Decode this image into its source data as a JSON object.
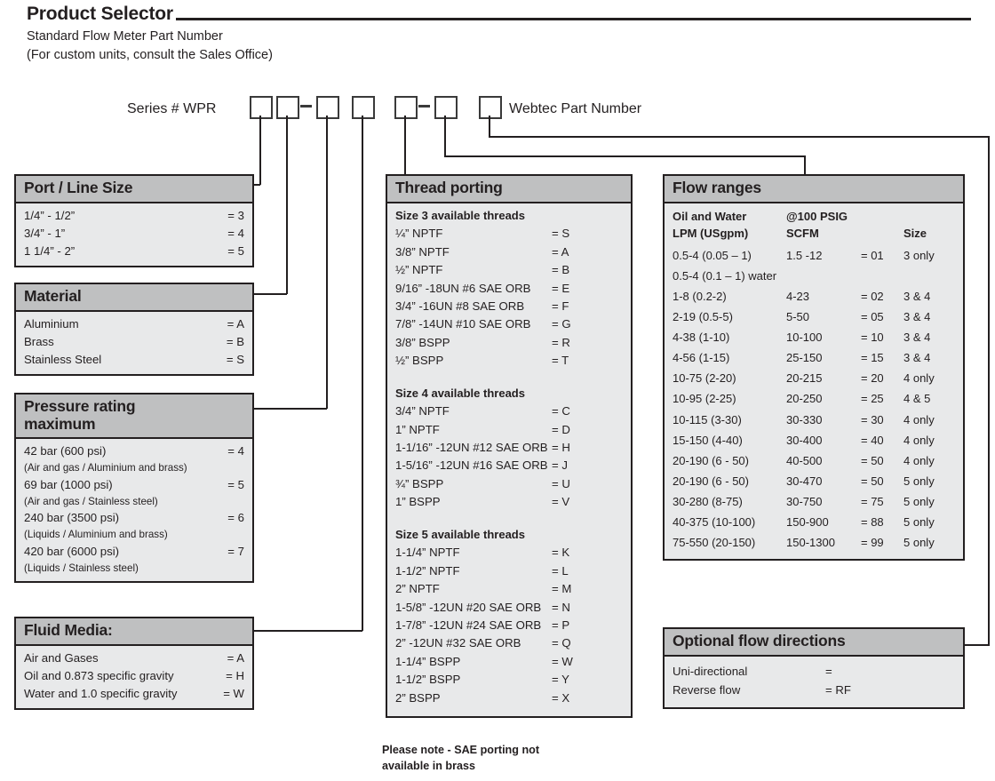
{
  "header": {
    "title": "Product Selector",
    "subtitle_1": "Standard Flow Meter Part Number",
    "subtitle_2": "(For custom units, consult the Sales Office)"
  },
  "part_number": {
    "series_label": "Series #  WPR",
    "suffix_label": "Webtec Part Number",
    "dash": "–",
    "slots": 7
  },
  "panels": {
    "port_line_size": {
      "title": "Port / Line Size",
      "rows": [
        {
          "label": "1/4” - 1/2”",
          "code": "= 3"
        },
        {
          "label": "3/4” - 1”",
          "code": "= 4"
        },
        {
          "label": "1 1/4” - 2”",
          "code": "= 5"
        }
      ]
    },
    "material": {
      "title": "Material",
      "rows": [
        {
          "label": "Aluminium",
          "code": "= A"
        },
        {
          "label": "Brass",
          "code": "= B"
        },
        {
          "label": "Stainless Steel",
          "code": "= S"
        }
      ]
    },
    "pressure_rating": {
      "title_line_1": "Pressure rating",
      "title_line_2": "maximum",
      "rows": [
        {
          "label": "42 bar (600 psi)",
          "code": "= 4",
          "note": "(Air and gas / Aluminium and brass)"
        },
        {
          "label": "69 bar (1000 psi)",
          "code": "= 5",
          "note": "(Air and gas / Stainless steel)"
        },
        {
          "label": "240 bar (3500 psi)",
          "code": "= 6",
          "note": "(Liquids / Aluminium and brass)"
        },
        {
          "label": "420 bar (6000 psi)",
          "code": "= 7",
          "note": "(Liquids / Stainless steel)"
        }
      ]
    },
    "fluid_media": {
      "title": "Fluid Media:",
      "rows": [
        {
          "label": "Air and Gases",
          "code": "= A"
        },
        {
          "label": "Oil and 0.873 specific gravity",
          "code": "= H"
        },
        {
          "label": "Water and 1.0 specific gravity",
          "code": "= W"
        }
      ]
    },
    "thread_porting": {
      "title": "Thread porting",
      "groups": [
        {
          "heading": "Size 3 available threads",
          "rows": [
            {
              "label": "¼” NPTF",
              "code": "= S"
            },
            {
              "label": "3/8” NPTF",
              "code": "= A"
            },
            {
              "label": "½” NPTF",
              "code": "= B"
            },
            {
              "label": "9/16” -18UN #6 SAE ORB",
              "code": "= E"
            },
            {
              "label": "3/4” -16UN #8 SAE ORB",
              "code": "= F"
            },
            {
              "label": "7/8” -14UN #10 SAE ORB",
              "code": "= G"
            },
            {
              "label": "3/8” BSPP",
              "code": "= R"
            },
            {
              "label": "½” BSPP",
              "code": "= T"
            }
          ]
        },
        {
          "heading": "Size 4 available threads",
          "rows": [
            {
              "label": "3/4” NPTF",
              "code": "= C"
            },
            {
              "label": "1” NPTF",
              "code": "= D"
            },
            {
              "label": "1-1/16” -12UN #12 SAE ORB",
              "code": "= H"
            },
            {
              "label": "1-5/16” -12UN #16 SAE ORB",
              "code": "= J"
            },
            {
              "label": "¾” BSPP",
              "code": "= U"
            },
            {
              "label": "1” BSPP",
              "code": "= V"
            }
          ]
        },
        {
          "heading": "Size 5 available threads",
          "rows": [
            {
              "label": "1-1/4” NPTF",
              "code": "= K"
            },
            {
              "label": "1-1/2” NPTF",
              "code": "= L"
            },
            {
              "label": "2” NPTF",
              "code": "= M"
            },
            {
              "label": "1-5/8” -12UN #20 SAE ORB",
              "code": "= N"
            },
            {
              "label": "1-7/8” -12UN #24 SAE ORB",
              "code": "= P"
            },
            {
              "label": "2” -12UN #32 SAE ORB",
              "code": "= Q"
            },
            {
              "label": "1-1/4” BSPP",
              "code": "= W"
            },
            {
              "label": "1-1/2” BSPP",
              "code": "= Y"
            },
            {
              "label": "2” BSPP",
              "code": "= X"
            }
          ]
        }
      ],
      "note_line_1": "Please note - SAE porting not",
      "note_line_2": "available in brass"
    },
    "flow_ranges": {
      "title": "Flow ranges",
      "header_row_1": {
        "c1": "Oil and Water",
        "c2": "@100 PSIG",
        "c3": "",
        "c4": ""
      },
      "header_row_2": {
        "c1": "LPM (USgpm)",
        "c2": "SCFM",
        "c3": "",
        "c4": "Size"
      },
      "rows": [
        {
          "c1": "0.5-4 (0.05 – 1)",
          "c2": "1.5 -12",
          "c3": "= 01",
          "c4": "3 only"
        },
        {
          "c1": "0.5-4 (0.1 – 1) water",
          "c2": "",
          "c3": "",
          "c4": ""
        },
        {
          "c1": "1-8 (0.2-2)",
          "c2": "4-23",
          "c3": "= 02",
          "c4": "3 & 4"
        },
        {
          "c1": "2-19 (0.5-5)",
          "c2": "5-50",
          "c3": "= 05",
          "c4": "3 & 4"
        },
        {
          "c1": "4-38 (1-10)",
          "c2": "10-100",
          "c3": "= 10",
          "c4": "3 & 4"
        },
        {
          "c1": "4-56 (1-15)",
          "c2": "25-150",
          "c3": "= 15",
          "c4": "3 & 4"
        },
        {
          "c1": "10-75 (2-20)",
          "c2": "20-215",
          "c3": "= 20",
          "c4": "4 only"
        },
        {
          "c1": "10-95 (2-25)",
          "c2": "20-250",
          "c3": "= 25",
          "c4": "4 & 5"
        },
        {
          "c1": "10-115 (3-30)",
          "c2": "30-330",
          "c3": "= 30",
          "c4": "4 only"
        },
        {
          "c1": "15-150 (4-40)",
          "c2": "30-400",
          "c3": "= 40",
          "c4": "4 only"
        },
        {
          "c1": "20-190 (6 - 50)",
          "c2": "40-500",
          "c3": "= 50",
          "c4": "4 only"
        },
        {
          "c1": "20-190 (6 - 50)",
          "c2": "30-470",
          "c3": "= 50",
          "c4": "5 only"
        },
        {
          "c1": "30-280 (8-75)",
          "c2": "30-750",
          "c3": "= 75",
          "c4": "5 only"
        },
        {
          "c1": "40-375 (10-100)",
          "c2": "150-900",
          "c3": "= 88",
          "c4": "5 only"
        },
        {
          "c1": "75-550 (20-150)",
          "c2": "150-1300",
          "c3": "= 99",
          "c4": "5 only"
        }
      ]
    },
    "optional_flow_directions": {
      "title": "Optional flow directions",
      "rows": [
        {
          "label": "Uni-directional",
          "code": "="
        },
        {
          "label": "Reverse flow",
          "code": "= RF"
        }
      ]
    }
  },
  "colors": {
    "ink": "#231f20",
    "panel_header_fill": "#bfc0c1",
    "panel_body_fill": "#e8e9ea",
    "box_stroke": "#3a3a3a"
  }
}
